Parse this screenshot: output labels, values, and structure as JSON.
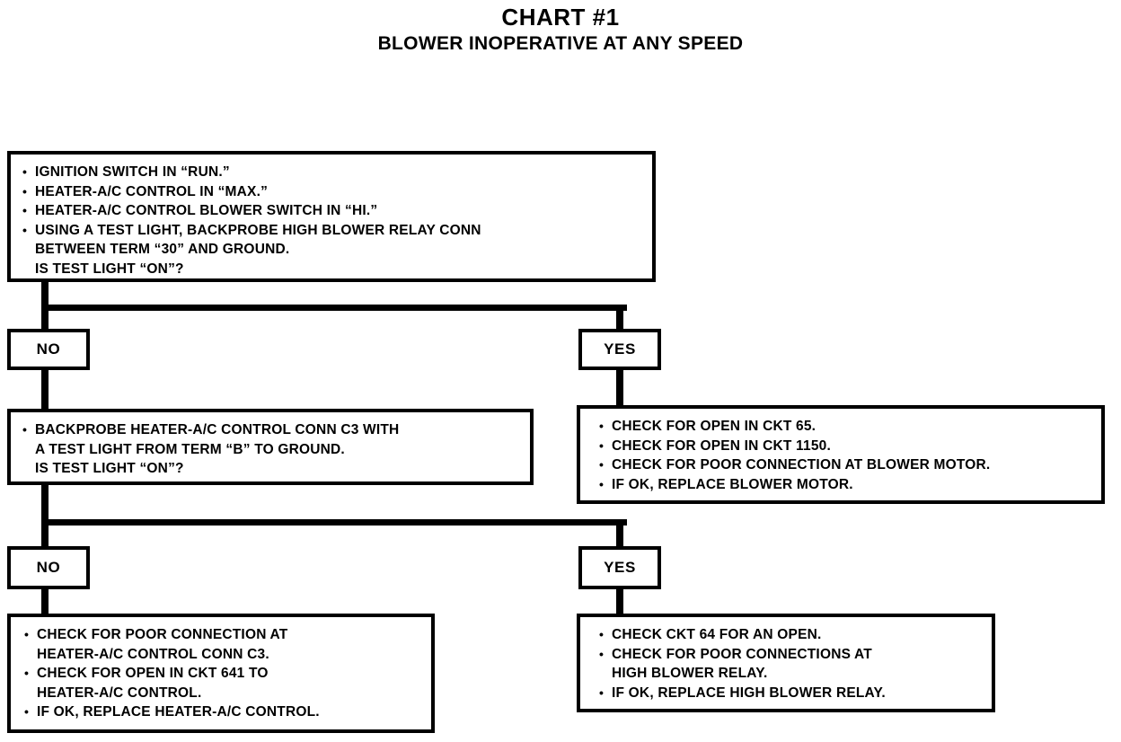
{
  "title": {
    "main": "CHART #1",
    "sub": "BLOWER INOPERATIVE AT ANY SPEED"
  },
  "colors": {
    "line": "#000000",
    "background": "#ffffff",
    "text": "#000000"
  },
  "nodes": {
    "start": {
      "id": "start-condition-box",
      "lines": [
        {
          "bullet": true,
          "text": "IGNITION SWITCH IN “RUN.”"
        },
        {
          "bullet": true,
          "text": "HEATER-A/C CONTROL IN “MAX.”"
        },
        {
          "bullet": true,
          "text": "HEATER-A/C CONTROL BLOWER SWITCH IN “HI.”"
        },
        {
          "bullet": true,
          "text": "USING A TEST LIGHT, BACKPROBE HIGH BLOWER RELAY CONN"
        },
        {
          "bullet": false,
          "text": "BETWEEN TERM “30” AND GROUND."
        },
        {
          "bullet": false,
          "text": "IS TEST LIGHT “ON”?"
        }
      ]
    },
    "decision1_no": {
      "label": "NO"
    },
    "decision1_yes": {
      "label": "YES"
    },
    "left_test": {
      "id": "backprobe-heater-control-box",
      "lines": [
        {
          "bullet": true,
          "text": "BACKPROBE HEATER-A/C CONTROL CONN C3 WITH"
        },
        {
          "bullet": false,
          "text": "A TEST LIGHT FROM TERM “B” TO GROUND."
        },
        {
          "bullet": false,
          "text": "IS TEST LIGHT “ON”?"
        }
      ]
    },
    "right_action": {
      "id": "blower-motor-action-box",
      "lines": [
        {
          "bullet": true,
          "text": "CHECK FOR OPEN IN CKT 65."
        },
        {
          "bullet": true,
          "text": "CHECK FOR OPEN IN CKT 1150."
        },
        {
          "bullet": true,
          "text": "CHECK FOR POOR CONNECTION AT BLOWER MOTOR."
        },
        {
          "bullet": true,
          "text": "IF OK, REPLACE BLOWER MOTOR."
        }
      ]
    },
    "decision2_no": {
      "label": "NO"
    },
    "decision2_yes": {
      "label": "YES"
    },
    "bottom_left_action": {
      "id": "heater-control-action-box",
      "lines": [
        {
          "bullet": true,
          "text": "CHECK FOR POOR CONNECTION AT"
        },
        {
          "bullet": false,
          "text": "HEATER-A/C CONTROL CONN C3."
        },
        {
          "bullet": true,
          "text": "CHECK FOR OPEN IN CKT 641 TO"
        },
        {
          "bullet": false,
          "text": "HEATER-A/C CONTROL."
        },
        {
          "bullet": true,
          "text": "IF OK, REPLACE HEATER-A/C CONTROL."
        }
      ]
    },
    "bottom_right_action": {
      "id": "high-blower-relay-action-box",
      "lines": [
        {
          "bullet": true,
          "text": "CHECK CKT 64 FOR AN OPEN."
        },
        {
          "bullet": true,
          "text": "CHECK FOR POOR CONNECTIONS AT"
        },
        {
          "bullet": false,
          "text": "HIGH BLOWER RELAY."
        },
        {
          "bullet": true,
          "text": "IF OK, REPLACE HIGH BLOWER RELAY."
        }
      ]
    }
  }
}
